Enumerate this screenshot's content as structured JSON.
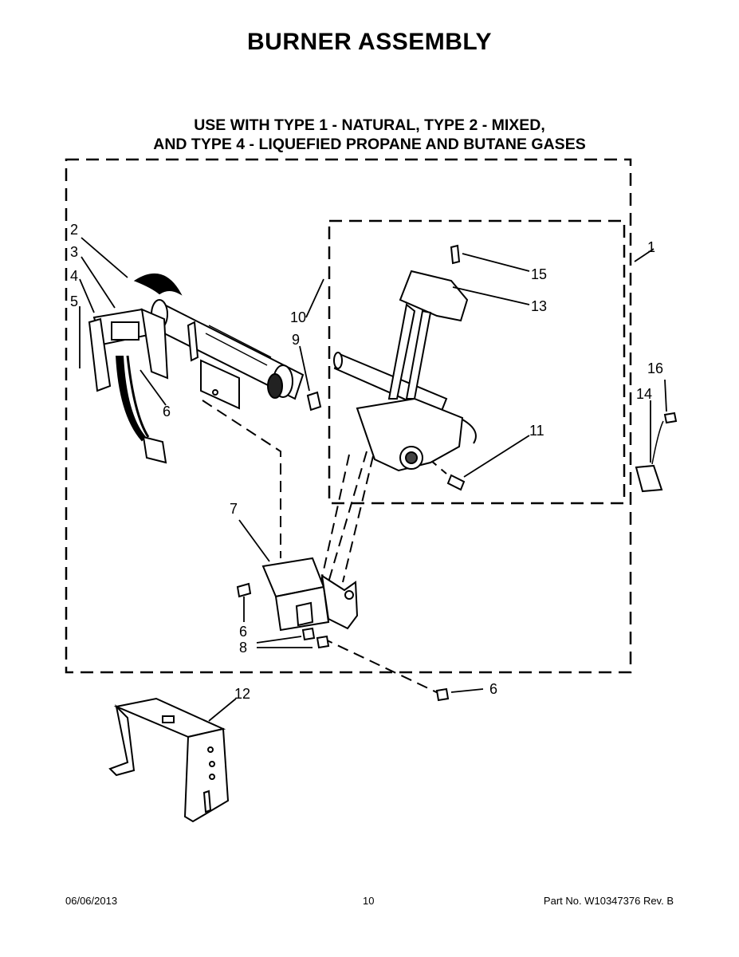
{
  "title": "BURNER ASSEMBLY",
  "subtitle": {
    "line1": "USE WITH TYPE 1 - NATURAL, TYPE 2 - MIXED,",
    "line2": "AND TYPE 4 - LIQUEFIED PROPANE AND BUTANE GASES"
  },
  "callouts": {
    "c1": "1",
    "c2": "2",
    "c3": "3",
    "c4": "4",
    "c5": "5",
    "c6a": "6",
    "c6b": "6",
    "c6c": "6",
    "c7": "7",
    "c8": "8",
    "c9": "9",
    "c10": "10",
    "c11": "11",
    "c12": "12",
    "c13": "13",
    "c14": "14",
    "c15": "15",
    "c16": "16"
  },
  "footer": {
    "date": "06/06/2013",
    "page": "10",
    "part": "Part No.  W10347376  Rev.  B"
  }
}
